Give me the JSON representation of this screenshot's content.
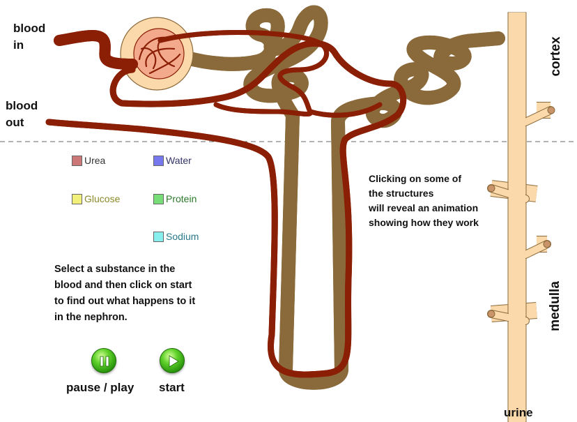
{
  "labels": {
    "blood_in": [
      "blood",
      "in"
    ],
    "blood_out": [
      "blood",
      "out"
    ],
    "cortex": "cortex",
    "medulla": "medulla",
    "urine": "urine"
  },
  "legend": [
    {
      "label": "Urea",
      "color": "#cc7777",
      "text_color": "#333333"
    },
    {
      "label": "Water",
      "color": "#7777ee",
      "text_color": "#333366"
    },
    {
      "label": "Glucose",
      "color": "#f0f07a",
      "text_color": "#8a8a2a"
    },
    {
      "label": "Protein",
      "color": "#77dd77",
      "text_color": "#2b7a2b"
    },
    {
      "label": "Sodium",
      "color": "#88eeee",
      "text_color": "#2a7a8a"
    }
  ],
  "info_text": [
    "Clicking on some of",
    "the structures",
    "will reveal an animation",
    "showing how they work"
  ],
  "instructions": [
    "Select a substance in the",
    "blood and then click on start",
    "to find out what happens to it",
    "in the nephron."
  ],
  "controls": {
    "pause_label": "pause / play",
    "start_label": "start"
  },
  "colors": {
    "tubule": "#fbd9ab",
    "tubule_outline": "#8a6a3a",
    "vessel": "#e0471a",
    "vessel_outline": "#8a1f05",
    "glomerulus": "#f3a98c"
  }
}
